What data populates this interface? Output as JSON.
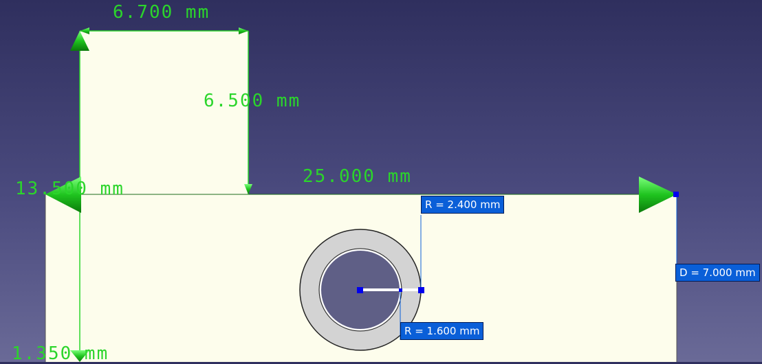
{
  "dimensions": {
    "top_width": "6.700 mm",
    "top_height": "6.500 mm",
    "base_width": "25.000 mm",
    "left_offset": "13.500 mm",
    "bottom_offset": "1.350 mm"
  },
  "constraint_tags": {
    "outer_radius": "R = 2.400 mm",
    "inner_radius": "R = 1.600 mm",
    "diameter": "D = 7.000 mm"
  },
  "colors": {
    "face": "#fdfdec",
    "dimension": "#2bd52b",
    "tag": "#0a5fd8",
    "handle": "#0000ee"
  }
}
